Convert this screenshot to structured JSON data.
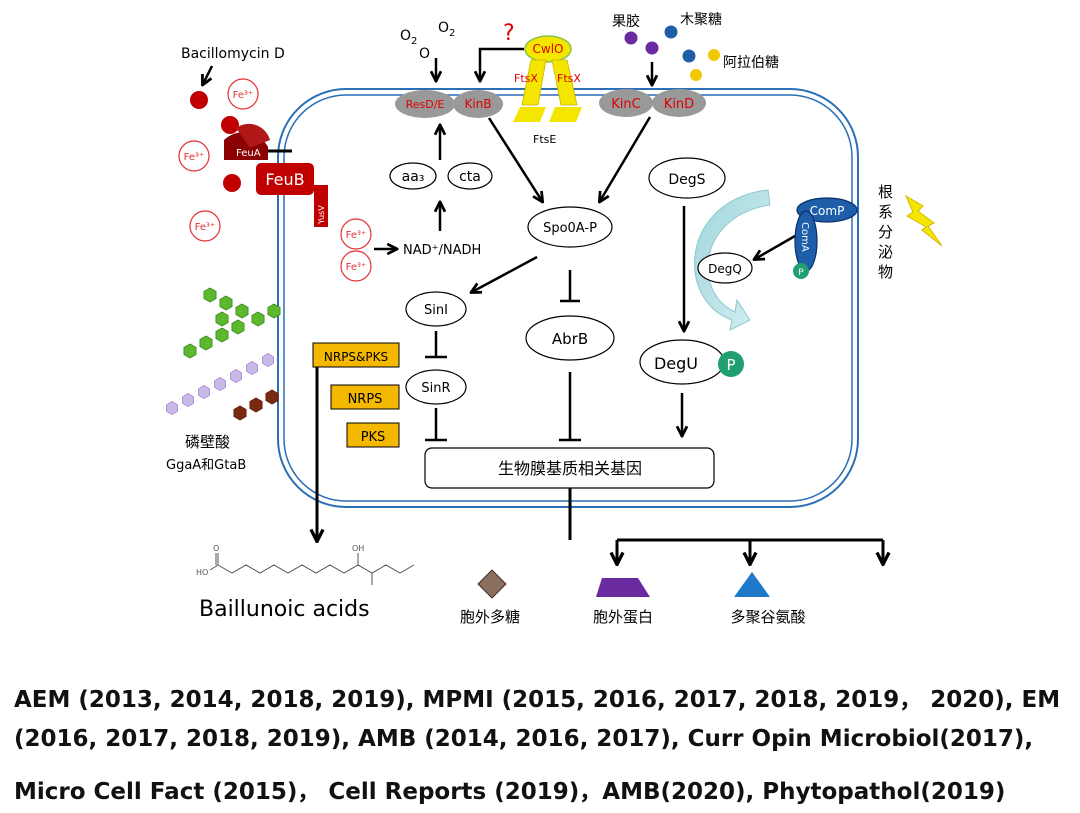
{
  "labels": {
    "bacillomycin": "Bacillomycin  D",
    "fe3": "Fe³⁺",
    "feua": "FeuA",
    "feub": "FeuB",
    "yusv": "YusV",
    "o2": "O",
    "o2_sub": "2",
    "question": "?",
    "cwio": "CwlO",
    "ftsx": "FtsX",
    "ftse": "FtsE",
    "resde": "ResD/E",
    "kinb": "KinB",
    "kinc": "KinC",
    "kind": "KinD",
    "pectin": "果胶",
    "xylan": "木聚糖",
    "arabinose": "阿拉伯糖",
    "aa3": "aa₃",
    "cta": "cta",
    "nadh": "NAD⁺/NADH",
    "spo0a": "Spo0A-P",
    "degs": "DegS",
    "comp": "ComP",
    "coma": "ComA",
    "p": "P",
    "root_exudate": "根系分泌物",
    "degq": "DegQ",
    "sini": "SinI",
    "abrb": "AbrB",
    "sinr": "SinR",
    "degu": "DegU",
    "nrps_pks": "NRPS&PKS",
    "nrps": "NRPS",
    "pks": "PKS",
    "teichoic": "磷壁酸",
    "gga": "GgaA和GtaB",
    "biofilm_genes": "生物膜基质相关基因",
    "baillunoic": "Baillunoic acids",
    "eps": "胞外多糖",
    "protein": "胞外蛋白",
    "pga": "多聚谷氨酸",
    "oh": "OH",
    "ho": "HO",
    "o": "O"
  },
  "citations": [
    "AEM (2013, 2014, 2018, 2019), MPMI (2015, 2016, 2017, 2018, 2019， 2020), EM",
    "(2016, 2017, 2018, 2019), AMB (2014, 2016, 2017), Curr Opin Microbiol(2017),",
    "Micro Cell Fact (2015)，  Cell Reports (2019)，AMB(2020), Phytopathol(2019)"
  ],
  "colors": {
    "membrane": "#2a6fb8",
    "red": "#c00000",
    "fe_red": "#e03030",
    "yellow": "#f5e600",
    "orange": "#f5b800",
    "comp_blue": "#1e5ea8",
    "p_green": "#20a070",
    "purple": "#6a2aa0",
    "cyan_tri": "#1e7ac8",
    "green_hex": "#5cb82e",
    "lav_hex": "#c9b8e6",
    "brown_hex": "#7a2a10"
  }
}
